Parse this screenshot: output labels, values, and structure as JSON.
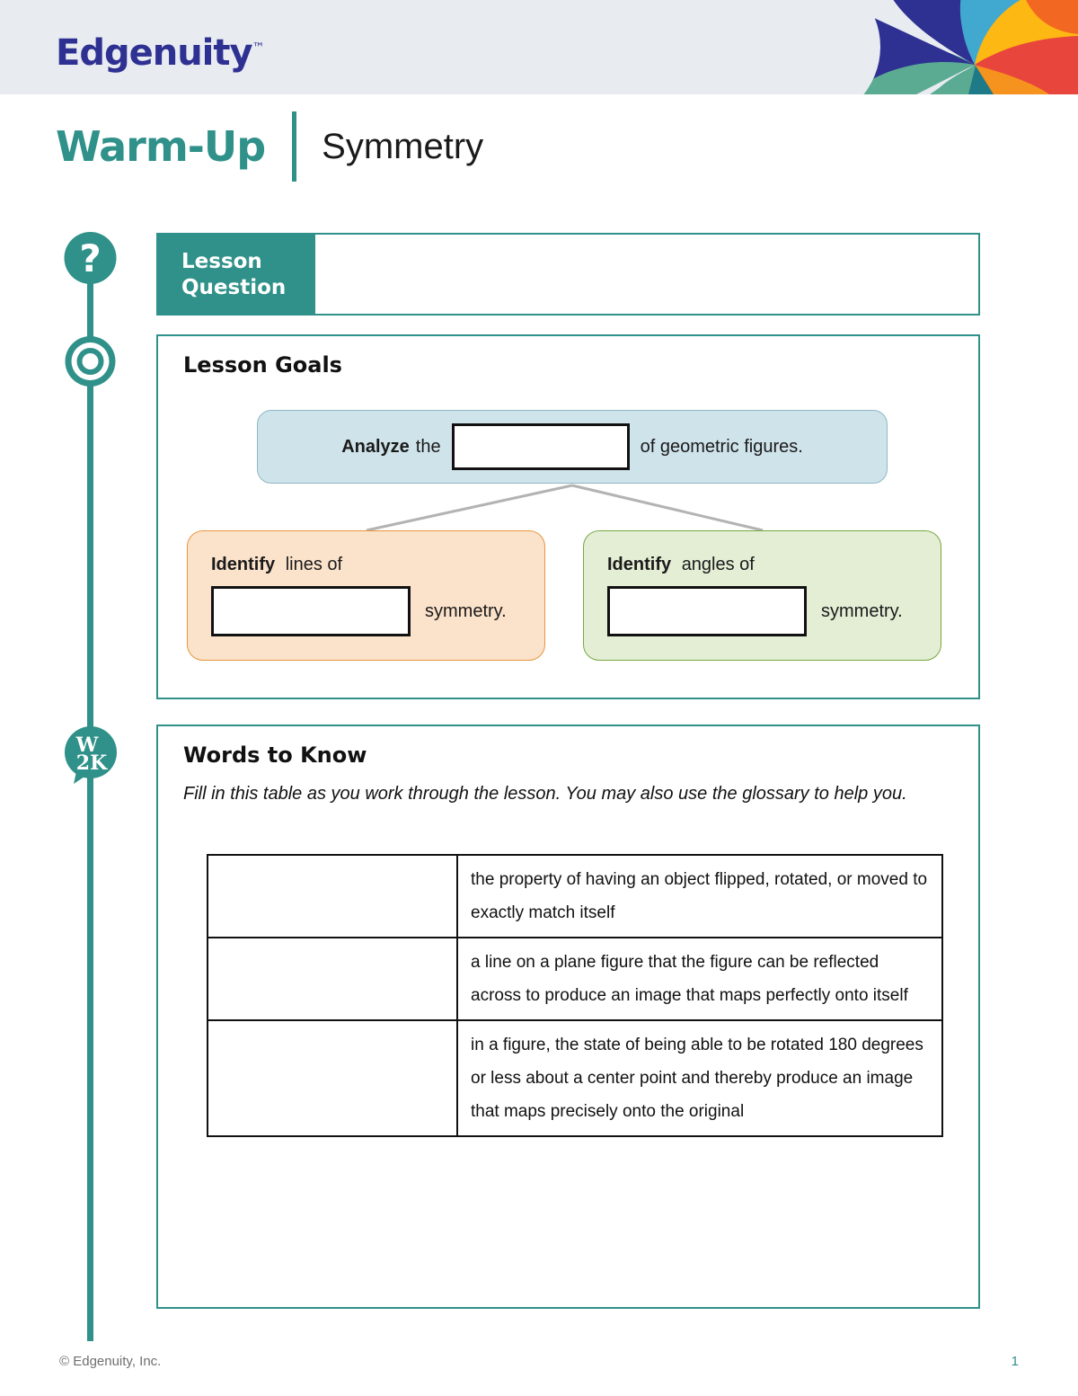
{
  "header": {
    "brand": "Edgenuity",
    "brand_tm": "™",
    "band_color": "#e8ebf0",
    "brand_color": "#2e3192",
    "pinwheel_colors": [
      "#2e3192",
      "#41a8cf",
      "#f26722",
      "#fdb813",
      "#e8453c",
      "#f6921e",
      "#5bab92",
      "#1d7a86"
    ]
  },
  "title": {
    "kicker": "Warm-Up",
    "lesson": "Symmetry",
    "accent_color": "#2f9189"
  },
  "lesson_question": {
    "label": "Lesson\nQuestion",
    "label_line1": "Lesson",
    "label_line2": "Question",
    "answer": "",
    "icon": "question-mark-icon"
  },
  "lesson_goals": {
    "heading": "Lesson Goals",
    "icon": "target-icon",
    "top_goal": {
      "verb": "Analyze",
      "before_blank": "the",
      "blank": "",
      "after_blank": "of geometric figures.",
      "fill_color": "#cfe3ea",
      "border_color": "#8fb8c4"
    },
    "sub_goals": [
      {
        "verb": "Identify",
        "line1_rest": "lines of",
        "blank": "",
        "after_blank": "symmetry.",
        "fill_color": "#fbe2ca",
        "border_color": "#e8963c"
      },
      {
        "verb": "Identify",
        "line1_rest": "angles of",
        "blank": "",
        "after_blank": "symmetry.",
        "fill_color": "#e3eed5",
        "border_color": "#77a843"
      }
    ]
  },
  "words_to_know": {
    "heading": "Words to Know",
    "icon": "w2k-speech-bubble-icon",
    "icon_text_top": "W",
    "icon_text_bottom": "2K",
    "instructions": "Fill in this table as you work through the lesson. You may also use the glossary to help you.",
    "rows": [
      {
        "term": "",
        "definition": "the property of having an object flipped, rotated, or moved to exactly match itself"
      },
      {
        "term": "",
        "definition": "a line on a plane figure that the figure can be reflected across to produce an image that maps perfectly onto itself"
      },
      {
        "term": "",
        "definition": "in a figure, the state of being able to be rotated 180 degrees or less about a center point and thereby produce an image that maps precisely onto the original"
      }
    ]
  },
  "footer": {
    "copyright": "© Edgenuity, Inc.",
    "page_number": "1"
  }
}
